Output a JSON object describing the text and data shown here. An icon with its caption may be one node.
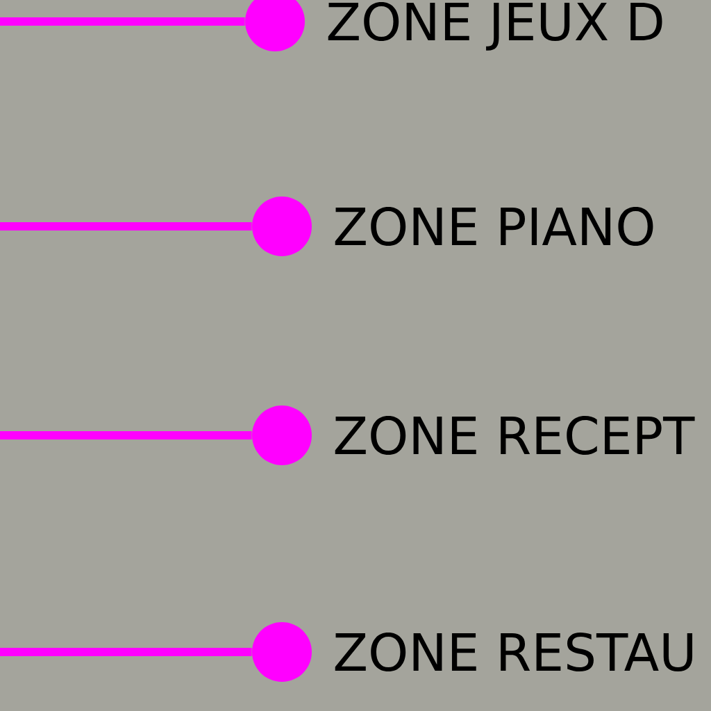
{
  "diagram": {
    "nodes": [
      {
        "text": [],
        "shape": "circle",
        "beside": [
          "ZONE JEUX D"
        ]
      },
      {
        "text": [],
        "shape": "circle",
        "beside": [
          "ZONE PIANO"
        ]
      },
      {
        "text": [],
        "shape": "circle",
        "beside": [
          "ZONE RECEPT"
        ]
      },
      {
        "text": [],
        "shape": "circle",
        "beside": [
          "ZONE RESTAU"
        ]
      }
    ],
    "edges": [
      {
        "from": null,
        "to": 0,
        "arrow": "none"
      },
      {
        "from": null,
        "to": 1,
        "arrow": "none"
      },
      {
        "from": null,
        "to": 2,
        "arrow": "none"
      },
      {
        "from": null,
        "to": 3,
        "arrow": "none"
      }
    ]
  }
}
